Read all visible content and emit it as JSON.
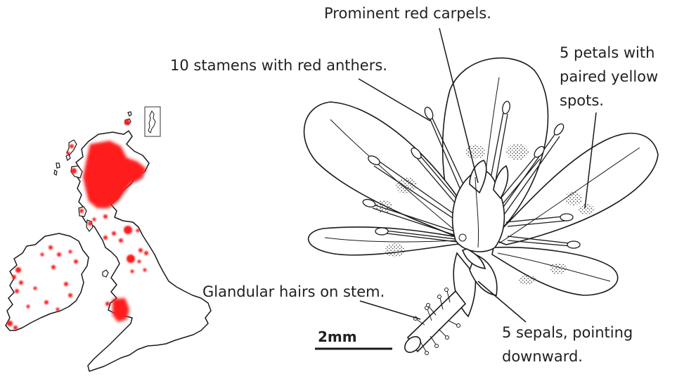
{
  "labels": {
    "carpels": "Prominent red carpels.",
    "stamens": "10 stamens with red anthers.",
    "petals_line1": "5 petals with",
    "petals_line2": "paired yellow",
    "petals_line3": "spots.",
    "hairs": "Glandular hairs on stem.",
    "sepals_line1": "5 sepals, pointing",
    "sepals_line2": "downward.",
    "scale_bar": "2mm"
  },
  "colors": {
    "outline": "#1a1a1a",
    "distribution_dot": "#ff1a1a",
    "text": "#231f20"
  },
  "distribution_map": {
    "region": "Britain and Ireland",
    "inset": "Shetland"
  }
}
